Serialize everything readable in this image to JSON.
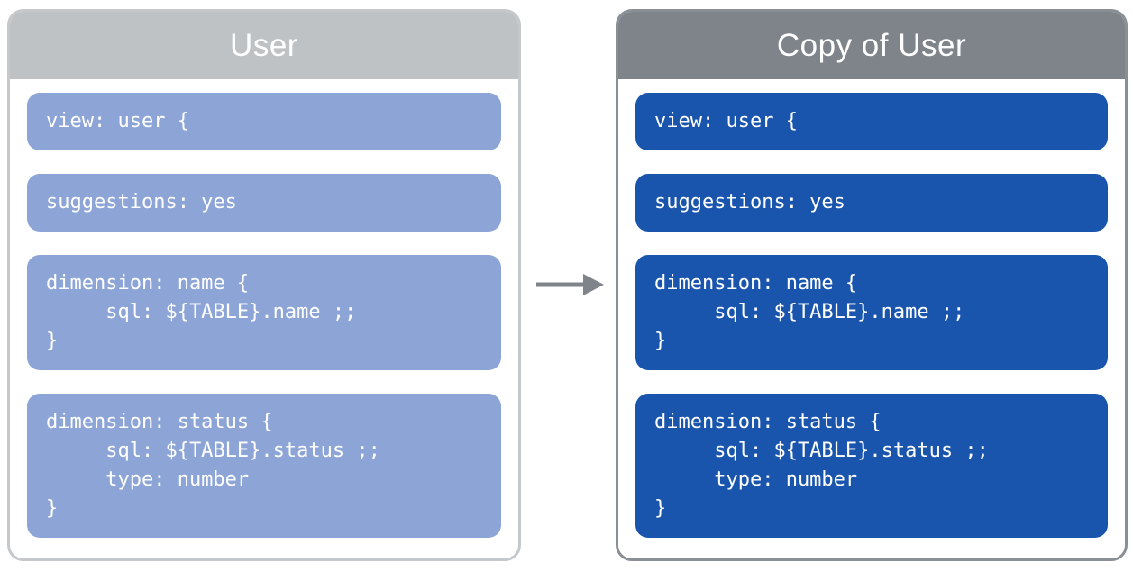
{
  "panels": [
    {
      "title": "User",
      "header_color": "#bec2c5",
      "border_color": "#c4c8cb",
      "block_color": "#8da5d6",
      "blocks": [
        {
          "text": "view: user {"
        },
        {
          "text": "suggestions: yes"
        },
        {
          "text": "dimension: name {\n     sql: ${TABLE}.name ;;\n}"
        },
        {
          "text": "dimension: status {\n     sql: ${TABLE}.status ;;\n     type: number\n}"
        }
      ]
    },
    {
      "title": "Copy of User",
      "header_color": "#7f848b",
      "border_color": "#8a8f96",
      "block_color": "#1a55ad",
      "blocks": [
        {
          "text": "view: user {"
        },
        {
          "text": "suggestions: yes"
        },
        {
          "text": "dimension: name {\n     sql: ${TABLE}.name ;;\n}"
        },
        {
          "text": "dimension: status {\n     sql: ${TABLE}.status ;;\n     type: number\n}"
        }
      ]
    }
  ],
  "arrow": {
    "meaning": "copy direction left to right",
    "color": "#7f848b"
  }
}
